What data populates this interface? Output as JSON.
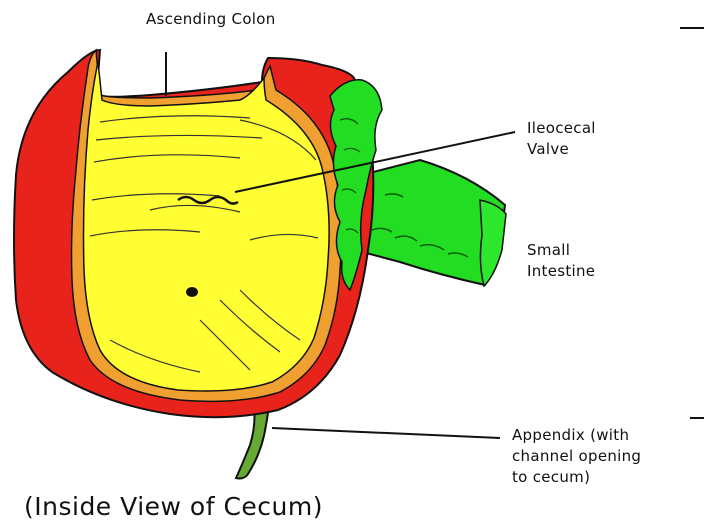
{
  "diagram": {
    "labels": {
      "ascending_colon": "Ascending Colon",
      "ileocecal_valve": [
        "Ileocecal",
        "Valve"
      ],
      "small_intestine": [
        "Small",
        "Intestine"
      ],
      "appendix": [
        "Appendix (with",
        "channel opening",
        "to cecum)"
      ]
    },
    "caption": "(Inside View of Cecum)",
    "colors": {
      "outer_wall": "#e8231c",
      "inner_lining": "#f0a030",
      "lumen": "#ffff33",
      "small_intestine": "#22dd22",
      "appendix": "#66aa33",
      "ink": "#111111"
    }
  }
}
